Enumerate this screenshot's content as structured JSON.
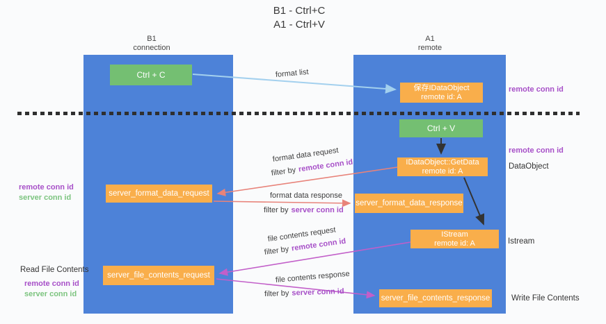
{
  "colors": {
    "column_blue": "#4d82d8",
    "box_orange": "#f9ae4b",
    "box_green": "#74bf72",
    "purple": "#a750c8",
    "green_text": "#7cc47f",
    "salmon_arrow": "#e8837a",
    "magenta_arrow": "#c25fc9",
    "blue_arrow": "#a3d0ee",
    "ink": "#333333"
  },
  "title": {
    "line1": "B1 - Ctrl+C",
    "line2": "A1 - Ctrl+V"
  },
  "columns": {
    "left": {
      "name": "B1",
      "role": "connection"
    },
    "right": {
      "name": "A1",
      "role": "remote"
    }
  },
  "nodes": {
    "ctrl_c": "Ctrl + C",
    "ctrl_v": "Ctrl + V",
    "save_dataobject": {
      "title": "保存IDataObject",
      "subtitle": "remote id: A"
    },
    "getdata": {
      "title": "IDataObject::GetData",
      "subtitle": "remote id: A"
    },
    "istream": {
      "title": "IStream",
      "subtitle": "remote id: A"
    },
    "format_request": "server_format_data_request",
    "format_response": "server_format_data_response",
    "file_request": "server_file_contents_request",
    "file_response": "server_file_contents_response"
  },
  "annotations": {
    "format_list": "format list",
    "format_request": {
      "label": "format data request",
      "filter_prefix": "filter by",
      "filter_key": "remote conn id"
    },
    "format_response": {
      "label": "format data response",
      "filter_prefix": "filter by",
      "filter_key": "server conn id"
    },
    "file_request": {
      "label": "file contents request",
      "filter_prefix": "filter by",
      "filter_key": "remote conn id"
    },
    "file_response": {
      "label": "file contents response",
      "filter_prefix": "filter by",
      "filter_key": "server conn id"
    }
  },
  "margins": {
    "right_remote_conn_id_top": "remote conn id",
    "right_remote_conn_id_mid": "remote conn id",
    "dataobject": "DataObject",
    "istream": "Istream",
    "write_file_contents": "Write File Contents",
    "left_remote_conn_id_top": "remote conn id",
    "left_server_conn_id_top": "server conn id",
    "read_file_contents": "Read File Contents",
    "left_remote_conn_id_bottom": "remote conn id",
    "left_server_conn_id_bottom": "server conn id"
  }
}
